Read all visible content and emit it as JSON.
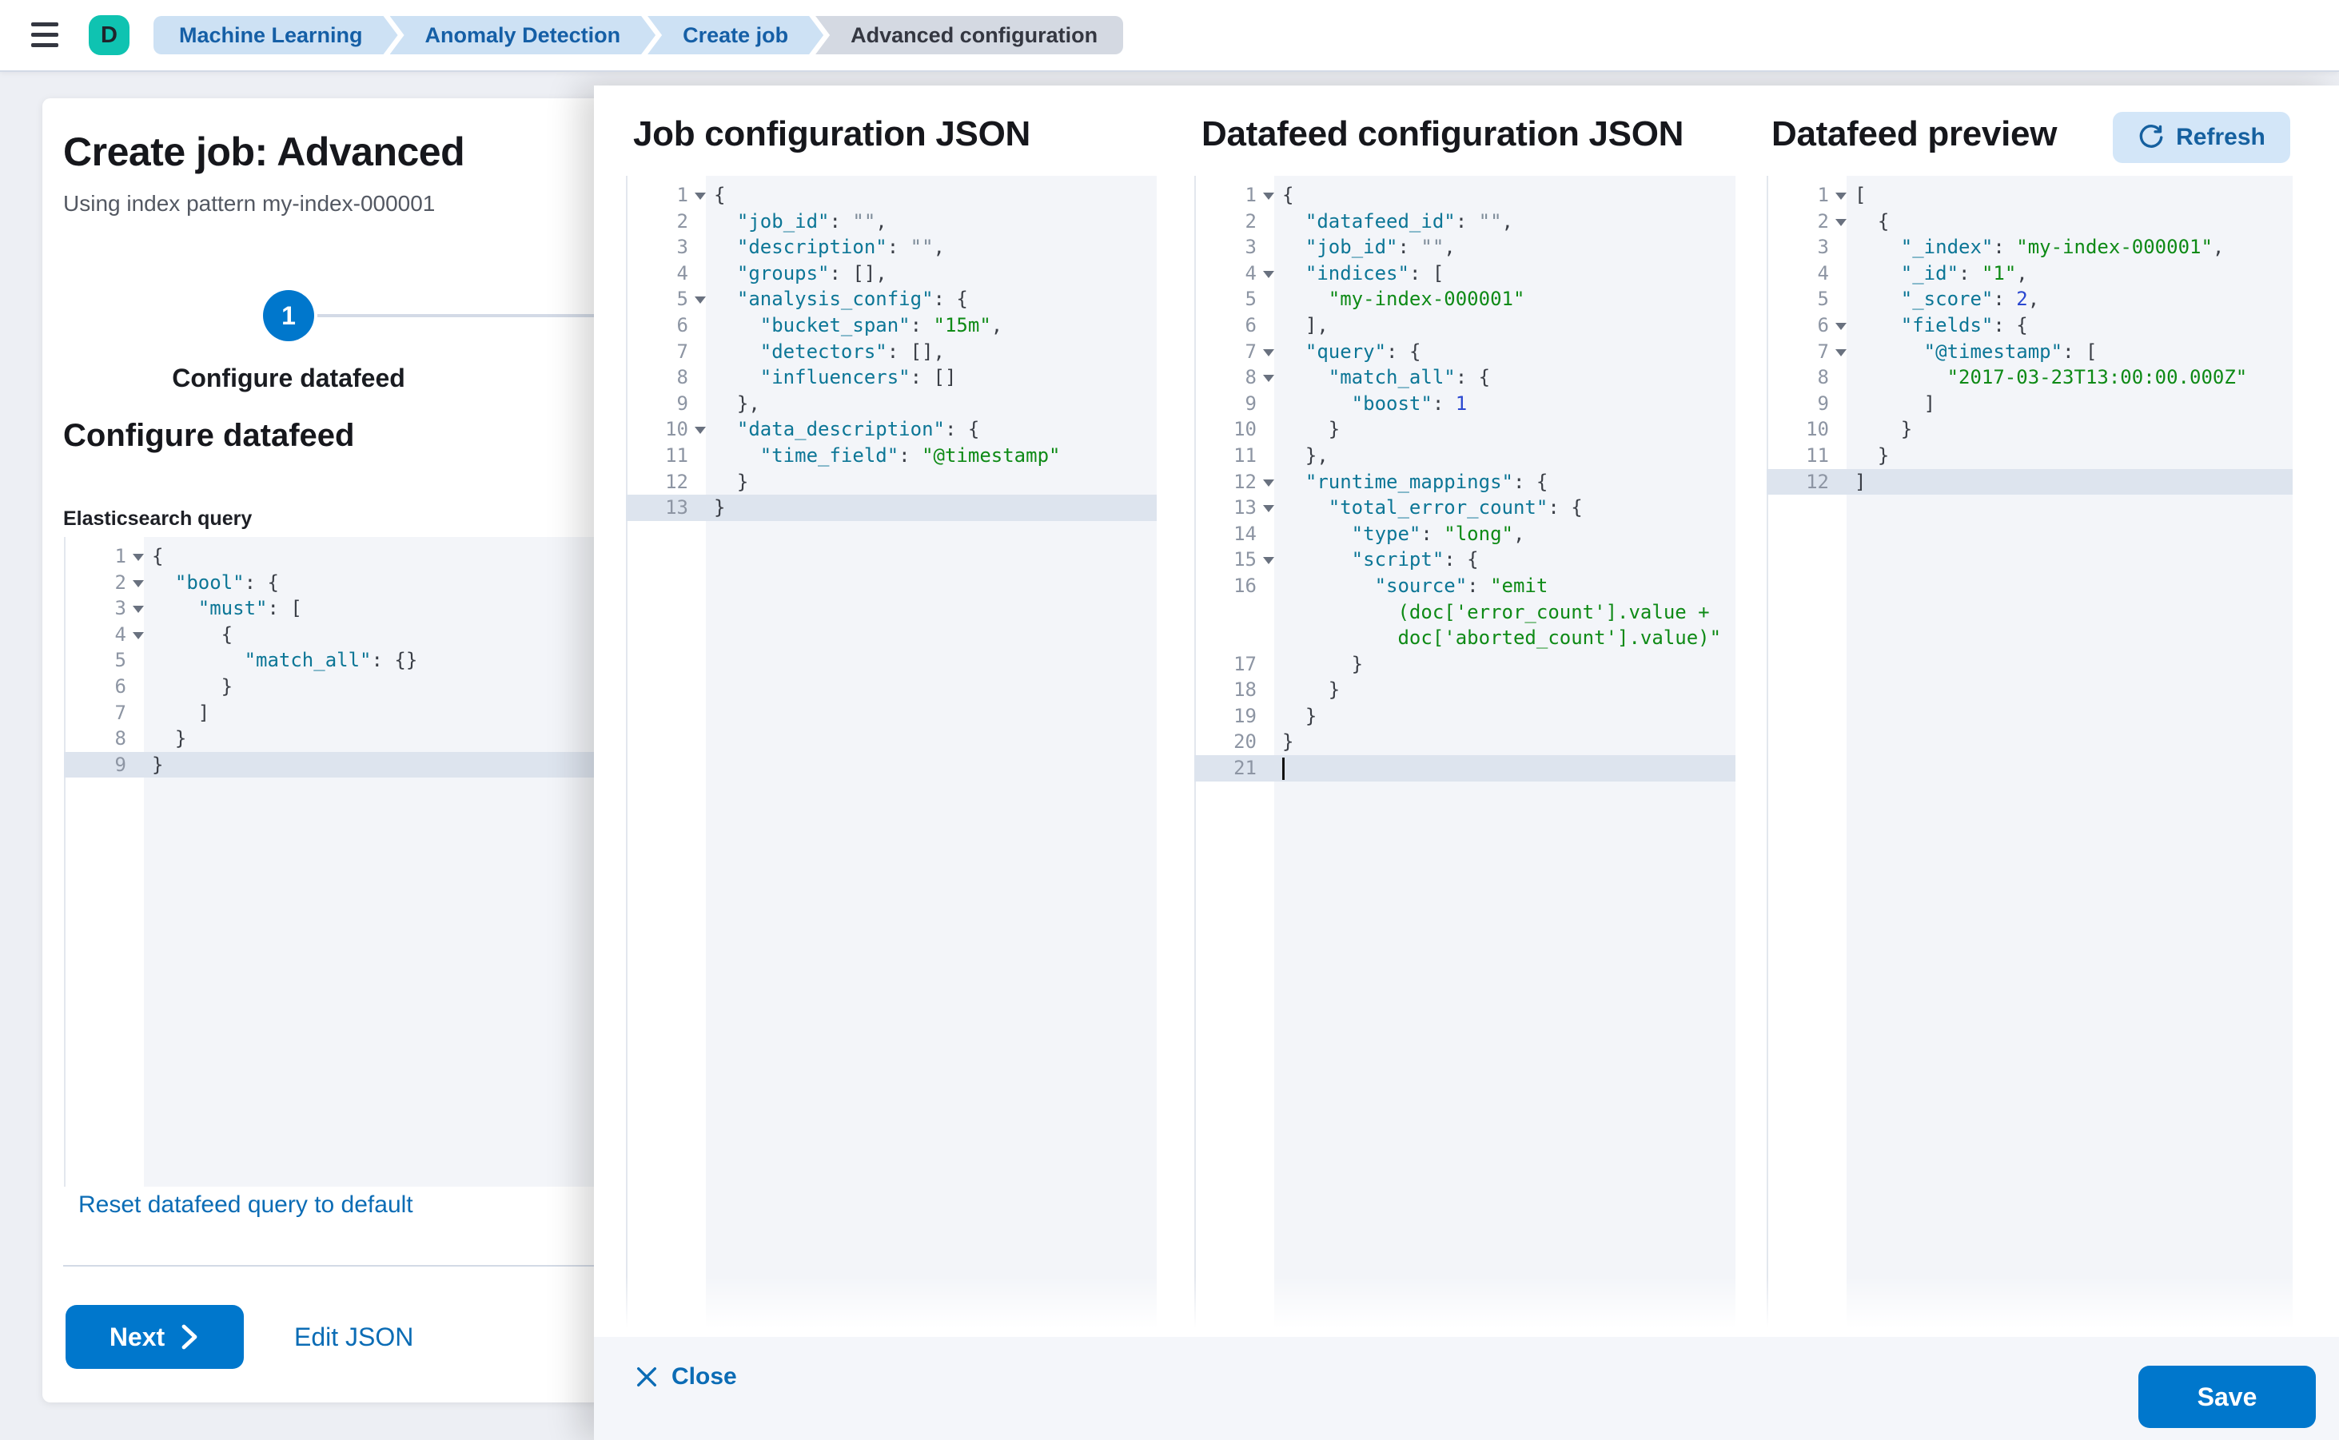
{
  "header": {
    "space_initial": "D",
    "breadcrumbs": [
      {
        "label": "Machine Learning"
      },
      {
        "label": "Anomaly Detection"
      },
      {
        "label": "Create job"
      },
      {
        "label": "Advanced configuration"
      }
    ]
  },
  "left_panel": {
    "title": "Create job: Advanced",
    "subtitle": "Using index pattern my-index-000001",
    "step": {
      "number": "1",
      "label": "Configure datafeed"
    },
    "section_heading": "Configure datafeed",
    "query_label": "Elasticsearch query",
    "reset_link": "Reset datafeed query to default",
    "next_button": "Next",
    "edit_json_button": "Edit JSON"
  },
  "flyout": {
    "columns": [
      {
        "title": "Job configuration JSON"
      },
      {
        "title": "Datafeed configuration JSON"
      },
      {
        "title": "Datafeed preview"
      }
    ],
    "refresh_button": "Refresh",
    "footer": {
      "close": "Close",
      "save": "Save"
    }
  },
  "colors": {
    "primary": "#0077cc",
    "link": "#0b6cb5",
    "space_avatar": "#0fc3b1",
    "breadcrumb_pill": "#cde1f4",
    "breadcrumb_text": "#155fa6",
    "editor_bg": "#f3f5f9",
    "active_line": "#dde4ee",
    "token_key": "#0c7696",
    "token_string": "#0e8a16",
    "token_number": "#2947d0"
  },
  "editors": {
    "query": {
      "lines": [
        {
          "n": 1,
          "i": 0,
          "f": 1,
          "t": [
            [
              "p",
              "{"
            ]
          ]
        },
        {
          "n": 2,
          "i": 1,
          "f": 1,
          "t": [
            [
              "k",
              "\"bool\""
            ],
            [
              "p",
              ": {"
            ]
          ]
        },
        {
          "n": 3,
          "i": 2,
          "f": 1,
          "t": [
            [
              "k",
              "\"must\""
            ],
            [
              "p",
              ": ["
            ]
          ]
        },
        {
          "n": 4,
          "i": 3,
          "f": 1,
          "t": [
            [
              "p",
              "{"
            ]
          ]
        },
        {
          "n": 5,
          "i": 4,
          "t": [
            [
              "k",
              "\"match_all\""
            ],
            [
              "p",
              ": {}"
            ]
          ]
        },
        {
          "n": 6,
          "i": 3,
          "t": [
            [
              "p",
              "}"
            ]
          ]
        },
        {
          "n": 7,
          "i": 2,
          "t": [
            [
              "p",
              "]"
            ]
          ]
        },
        {
          "n": 8,
          "i": 1,
          "t": [
            [
              "p",
              "}"
            ]
          ]
        },
        {
          "n": 9,
          "i": 0,
          "a": 1,
          "t": [
            [
              "p",
              "}"
            ]
          ]
        }
      ]
    },
    "job": {
      "lines": [
        {
          "n": 1,
          "i": 0,
          "f": 1,
          "t": [
            [
              "p",
              "{"
            ]
          ]
        },
        {
          "n": 2,
          "i": 1,
          "t": [
            [
              "k",
              "\"job_id\""
            ],
            [
              "p",
              ": "
            ],
            [
              "q",
              "\"\""
            ],
            [
              "p",
              ","
            ]
          ]
        },
        {
          "n": 3,
          "i": 1,
          "t": [
            [
              "k",
              "\"description\""
            ],
            [
              "p",
              ": "
            ],
            [
              "q",
              "\"\""
            ],
            [
              "p",
              ","
            ]
          ]
        },
        {
          "n": 4,
          "i": 1,
          "t": [
            [
              "k",
              "\"groups\""
            ],
            [
              "p",
              ": [],"
            ]
          ]
        },
        {
          "n": 5,
          "i": 1,
          "f": 1,
          "t": [
            [
              "k",
              "\"analysis_config\""
            ],
            [
              "p",
              ": {"
            ]
          ]
        },
        {
          "n": 6,
          "i": 2,
          "t": [
            [
              "k",
              "\"bucket_span\""
            ],
            [
              "p",
              ": "
            ],
            [
              "s",
              "\"15m\""
            ],
            [
              "p",
              ","
            ]
          ]
        },
        {
          "n": 7,
          "i": 2,
          "t": [
            [
              "k",
              "\"detectors\""
            ],
            [
              "p",
              ": [],"
            ]
          ]
        },
        {
          "n": 8,
          "i": 2,
          "t": [
            [
              "k",
              "\"influencers\""
            ],
            [
              "p",
              ": []"
            ]
          ]
        },
        {
          "n": 9,
          "i": 1,
          "t": [
            [
              "p",
              "},"
            ]
          ]
        },
        {
          "n": 10,
          "i": 1,
          "f": 1,
          "t": [
            [
              "k",
              "\"data_description\""
            ],
            [
              "p",
              ": {"
            ]
          ]
        },
        {
          "n": 11,
          "i": 2,
          "t": [
            [
              "k",
              "\"time_field\""
            ],
            [
              "p",
              ": "
            ],
            [
              "s",
              "\"@timestamp\""
            ]
          ]
        },
        {
          "n": 12,
          "i": 1,
          "t": [
            [
              "p",
              "}"
            ]
          ]
        },
        {
          "n": 13,
          "i": 0,
          "a": 1,
          "t": [
            [
              "p",
              "}"
            ]
          ]
        }
      ]
    },
    "datafeed": {
      "lines": [
        {
          "n": 1,
          "i": 0,
          "f": 1,
          "t": [
            [
              "p",
              "{"
            ]
          ]
        },
        {
          "n": 2,
          "i": 1,
          "t": [
            [
              "k",
              "\"datafeed_id\""
            ],
            [
              "p",
              ": "
            ],
            [
              "q",
              "\"\""
            ],
            [
              "p",
              ","
            ]
          ]
        },
        {
          "n": 3,
          "i": 1,
          "t": [
            [
              "k",
              "\"job_id\""
            ],
            [
              "p",
              ": "
            ],
            [
              "q",
              "\"\""
            ],
            [
              "p",
              ","
            ]
          ]
        },
        {
          "n": 4,
          "i": 1,
          "f": 1,
          "t": [
            [
              "k",
              "\"indices\""
            ],
            [
              "p",
              ": ["
            ]
          ]
        },
        {
          "n": 5,
          "i": 2,
          "t": [
            [
              "s",
              "\"my-index-000001\""
            ]
          ]
        },
        {
          "n": 6,
          "i": 1,
          "t": [
            [
              "p",
              "],"
            ]
          ]
        },
        {
          "n": 7,
          "i": 1,
          "f": 1,
          "t": [
            [
              "k",
              "\"query\""
            ],
            [
              "p",
              ": {"
            ]
          ]
        },
        {
          "n": 8,
          "i": 2,
          "f": 1,
          "t": [
            [
              "k",
              "\"match_all\""
            ],
            [
              "p",
              ": {"
            ]
          ]
        },
        {
          "n": 9,
          "i": 3,
          "t": [
            [
              "k",
              "\"boost\""
            ],
            [
              "p",
              ": "
            ],
            [
              "n",
              "1"
            ]
          ]
        },
        {
          "n": 10,
          "i": 2,
          "t": [
            [
              "p",
              "}"
            ]
          ]
        },
        {
          "n": 11,
          "i": 1,
          "t": [
            [
              "p",
              "},"
            ]
          ]
        },
        {
          "n": 12,
          "i": 1,
          "f": 1,
          "t": [
            [
              "k",
              "\"runtime_mappings\""
            ],
            [
              "p",
              ": {"
            ]
          ]
        },
        {
          "n": 13,
          "i": 2,
          "f": 1,
          "t": [
            [
              "k",
              "\"total_error_count\""
            ],
            [
              "p",
              ": {"
            ]
          ]
        },
        {
          "n": 14,
          "i": 3,
          "t": [
            [
              "k",
              "\"type\""
            ],
            [
              "p",
              ": "
            ],
            [
              "s",
              "\"long\""
            ],
            [
              "p",
              ","
            ]
          ]
        },
        {
          "n": 15,
          "i": 3,
          "f": 1,
          "t": [
            [
              "k",
              "\"script\""
            ],
            [
              "p",
              ": {"
            ]
          ]
        },
        {
          "n": 16,
          "i": 4,
          "t": [
            [
              "k",
              "\"source\""
            ],
            [
              "p",
              ": "
            ],
            [
              "s",
              "\"emit"
            ]
          ],
          "w": [
            [
              [
                "s",
                "(doc['error_count'].value +"
              ]
            ],
            [
              [
                "s",
                "doc['aborted_count'].value)\""
              ]
            ]
          ]
        },
        {
          "n": 17,
          "i": 3,
          "t": [
            [
              "p",
              "}"
            ]
          ]
        },
        {
          "n": 18,
          "i": 2,
          "t": [
            [
              "p",
              "}"
            ]
          ]
        },
        {
          "n": 19,
          "i": 1,
          "t": [
            [
              "p",
              "}"
            ]
          ]
        },
        {
          "n": 20,
          "i": 0,
          "t": [
            [
              "p",
              "}"
            ]
          ]
        },
        {
          "n": 21,
          "i": 0,
          "a": 1,
          "c": 1,
          "t": []
        }
      ]
    },
    "preview": {
      "lines": [
        {
          "n": 1,
          "i": 0,
          "f": 1,
          "t": [
            [
              "p",
              "["
            ]
          ]
        },
        {
          "n": 2,
          "i": 1,
          "f": 1,
          "t": [
            [
              "p",
              "{"
            ]
          ]
        },
        {
          "n": 3,
          "i": 2,
          "t": [
            [
              "k",
              "\"_index\""
            ],
            [
              "p",
              ": "
            ],
            [
              "s",
              "\"my-index-000001\""
            ],
            [
              "p",
              ","
            ]
          ]
        },
        {
          "n": 4,
          "i": 2,
          "t": [
            [
              "k",
              "\"_id\""
            ],
            [
              "p",
              ": "
            ],
            [
              "s",
              "\"1\""
            ],
            [
              "p",
              ","
            ]
          ]
        },
        {
          "n": 5,
          "i": 2,
          "t": [
            [
              "k",
              "\"_score\""
            ],
            [
              "p",
              ": "
            ],
            [
              "n",
              "2"
            ],
            [
              "p",
              ","
            ]
          ]
        },
        {
          "n": 6,
          "i": 2,
          "f": 1,
          "t": [
            [
              "k",
              "\"fields\""
            ],
            [
              "p",
              ": {"
            ]
          ]
        },
        {
          "n": 7,
          "i": 3,
          "f": 1,
          "t": [
            [
              "k",
              "\"@timestamp\""
            ],
            [
              "p",
              ": ["
            ]
          ]
        },
        {
          "n": 8,
          "i": 4,
          "t": [
            [
              "s",
              "\"2017-03-23T13:00:00.000Z\""
            ]
          ]
        },
        {
          "n": 9,
          "i": 3,
          "t": [
            [
              "p",
              "]"
            ]
          ]
        },
        {
          "n": 10,
          "i": 2,
          "t": [
            [
              "p",
              "}"
            ]
          ]
        },
        {
          "n": 11,
          "i": 1,
          "t": [
            [
              "p",
              "}"
            ]
          ]
        },
        {
          "n": 12,
          "i": 0,
          "a": 1,
          "t": [
            [
              "p",
              "]"
            ]
          ]
        }
      ]
    }
  }
}
